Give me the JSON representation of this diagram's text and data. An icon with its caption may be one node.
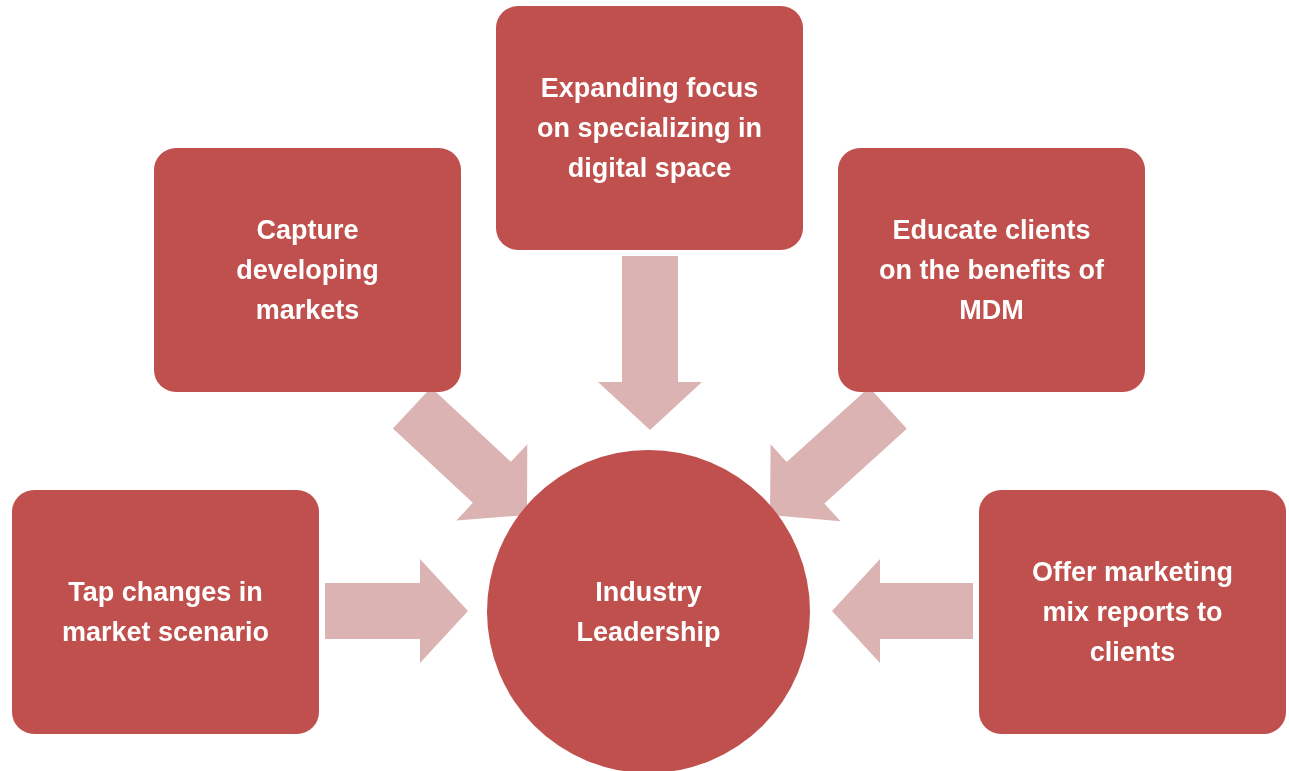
{
  "diagram": {
    "nodes": [
      {
        "text": [
          "Expanding focus on specializing in digital space"
        ]
      },
      {
        "text": [
          "Capture developing markets"
        ]
      },
      {
        "text": [
          "Educate clients on the benefits of MDM"
        ]
      },
      {
        "text": [
          "Tap changes in market scenario"
        ]
      },
      {
        "text": [
          "Offer marketing mix reports to clients"
        ]
      },
      {
        "text": [
          "Industry Leadership"
        ]
      }
    ],
    "edges": [
      {
        "from": 0,
        "to": 5,
        "arrow": "to"
      },
      {
        "from": 1,
        "to": 5,
        "arrow": "to"
      },
      {
        "from": 2,
        "to": 5,
        "arrow": "to"
      },
      {
        "from": 3,
        "to": 5,
        "arrow": "to"
      },
      {
        "from": 4,
        "to": 5,
        "arrow": "to"
      }
    ]
  }
}
